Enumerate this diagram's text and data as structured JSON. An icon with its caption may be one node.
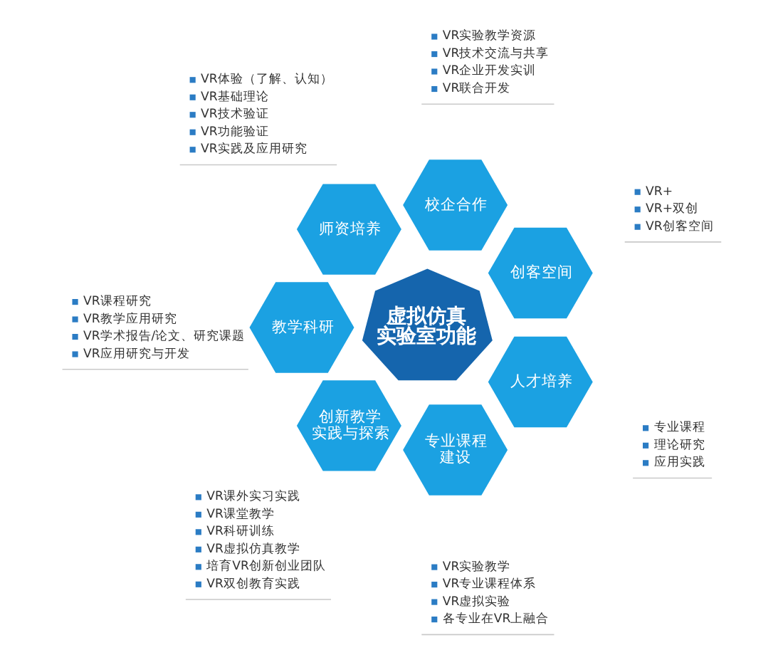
{
  "diagram": {
    "nodes": [
      {
        "text": [
          "虚拟仿真实验室功能"
        ]
      },
      {
        "text": [
          "师资培养"
        ],
        "beside": [
          "VR体验（了解、认知）",
          "VR基础理论",
          "VR技术验证",
          "VR功能验证",
          "VR实践及应用研究"
        ]
      },
      {
        "text": [
          "校企合作"
        ],
        "beside": [
          "VR实验教学资源",
          "VR技术交流与共享",
          "VR企业开发实训",
          "VR联合开发"
        ]
      },
      {
        "text": [
          "教学科研"
        ],
        "beside": [
          "VR课程研究",
          "VR教学应用研究",
          "VR学术报告/论文、研究课题",
          "VR应用研究与开发"
        ]
      },
      {
        "text": [
          "创客空间"
        ],
        "beside": [
          "VR+",
          "VR+双创",
          "VR创客空间"
        ]
      },
      {
        "text": [
          "创新教学实践与探索"
        ],
        "beside": [
          "VR课外实习实践",
          "VR课堂教学",
          "VR科研训练",
          "VR虚拟仿真教学",
          "培育VR创新创业团队",
          "VR双创教育实践"
        ]
      },
      {
        "text": [
          "人才培养"
        ],
        "beside": [
          "专业课程",
          "理论研究",
          "应用实践"
        ]
      },
      {
        "text": [
          "专业课程建设"
        ],
        "beside": [
          "VR实验教学",
          "VR专业课程体系",
          "VR虚拟实验",
          "各专业在VR上融合"
        ]
      }
    ]
  }
}
